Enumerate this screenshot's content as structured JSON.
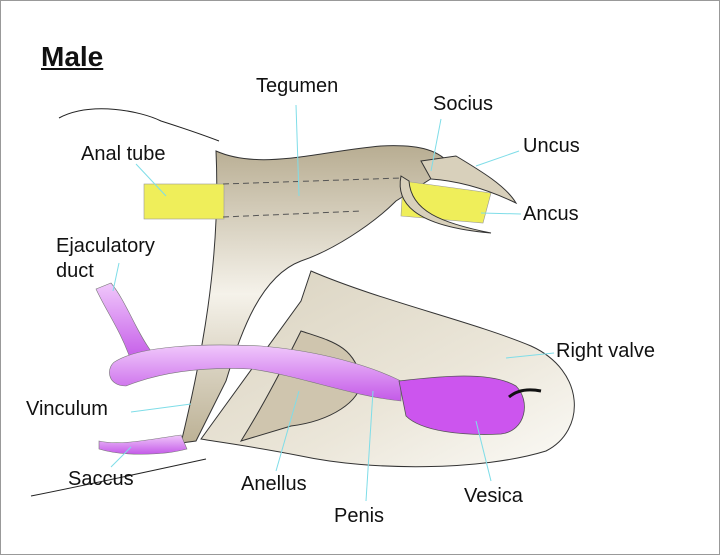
{
  "title": "Male",
  "labels": {
    "tegumen": "Tegumen",
    "socius": "Socius",
    "uncus": "Uncus",
    "anal_tube": "Anal tube",
    "ancus": "Ancus",
    "ejaculatory_duct_1": "Ejaculatory",
    "ejaculatory_duct_2": "duct",
    "right_valve": "Right valve",
    "vinculum": "Vinculum",
    "saccus": "Saccus",
    "anellus": "Anellus",
    "penis": "Penis",
    "vesica": "Vesica"
  },
  "colors": {
    "tan": "#c2b79c",
    "pale": "#ece8dc",
    "yellow": "#efee5a",
    "purple": "#d070f0",
    "leader": "#7fdde8"
  }
}
